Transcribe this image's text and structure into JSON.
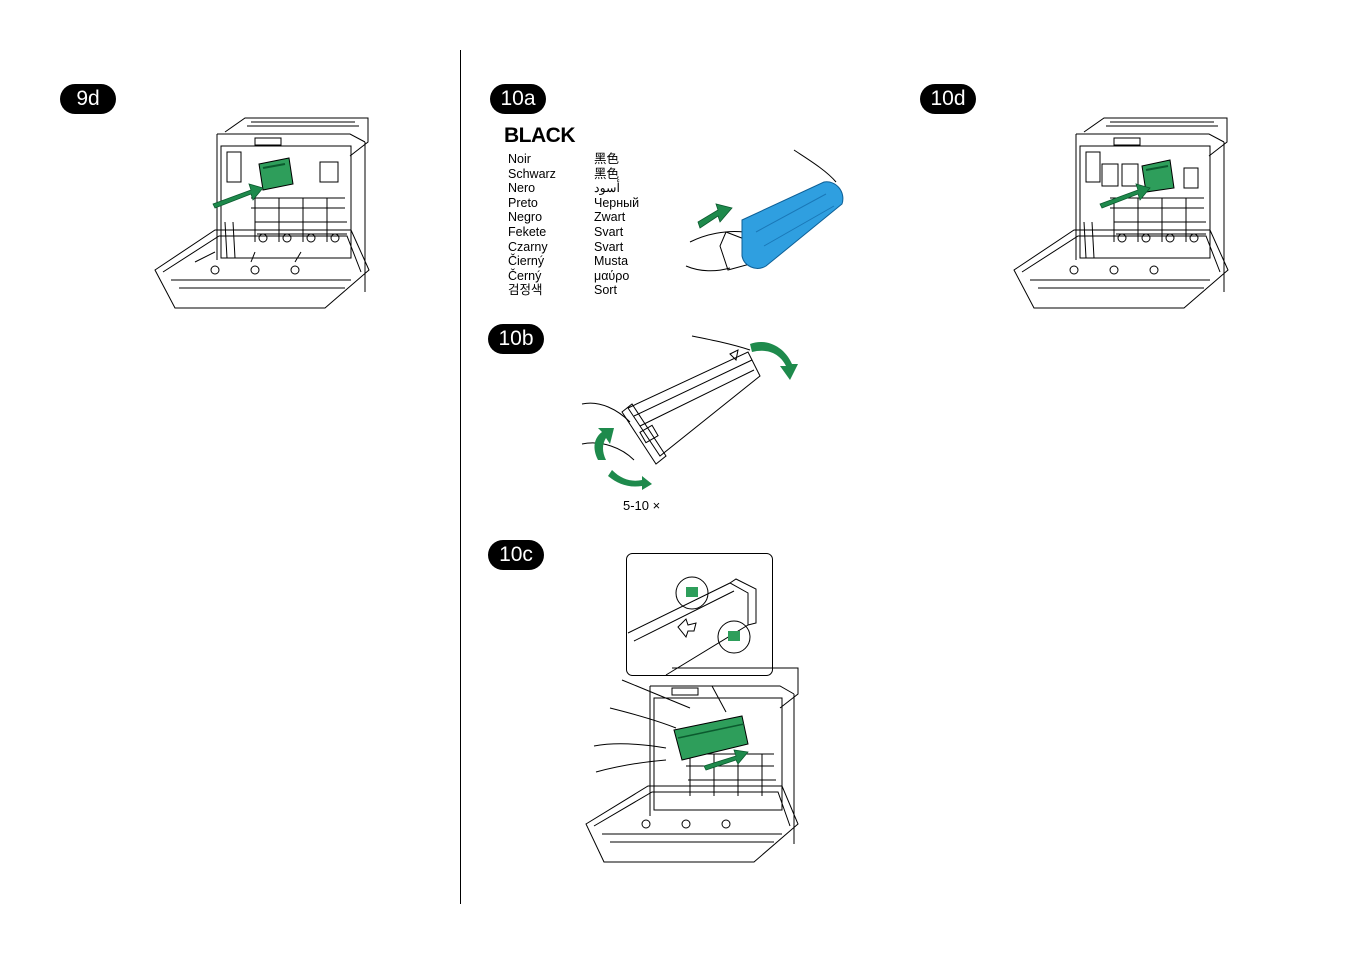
{
  "steps": {
    "s9d": "9d",
    "s10a": "10a",
    "s10b": "10b",
    "s10c": "10c",
    "s10d": "10d"
  },
  "color_heading": "BLACK",
  "translations_left": [
    "Noir",
    "Schwarz",
    "Nero",
    "Preto",
    "Negro",
    "Fekete",
    "Czarny",
    "Čierný",
    "Černý",
    "검정색"
  ],
  "translations_right": [
    "黑色",
    "黑色",
    "أسود",
    "Черный",
    "Zwart",
    "Svart",
    "Svart",
    "Musta",
    "μαύρο",
    "Sort"
  ],
  "shake_caption": "5-10 ×",
  "colors": {
    "toner_green": "#2e9e5b",
    "toner_blue": "#2f9fe0",
    "arrow_green": "#1e8a4c"
  }
}
